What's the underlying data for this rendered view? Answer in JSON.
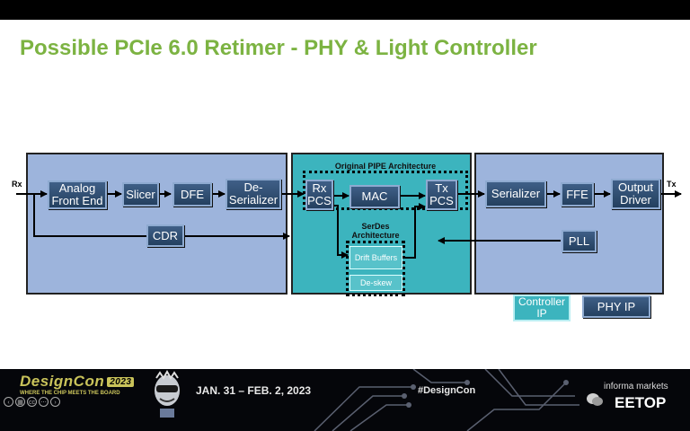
{
  "slide": {
    "title": "Possible PCIe 6.0 Retimer - PHY & Light Controller"
  },
  "diagram": {
    "io": {
      "rx_in": "Rx",
      "tx_out": "Tx"
    },
    "left_panel": {
      "blocks": [
        "Analog Front End",
        "Slicer",
        "DFE",
        "De-Serializer",
        "CDR"
      ]
    },
    "center_panel": {
      "group_pipe_label": "Original PIPE Architecture",
      "group_serdes_label": "SerDes Architecture",
      "blocks": [
        "Rx PCS",
        "MAC",
        "Tx PCS"
      ],
      "serdes_blocks": [
        "Drift Buffers",
        "De-skew"
      ]
    },
    "right_panel": {
      "blocks": [
        "Serializer",
        "FFE",
        "Output Driver",
        "PLL"
      ]
    },
    "legend": {
      "controller_ip": "Controller IP",
      "phy_ip": "PHY IP"
    }
  },
  "footer": {
    "brand": "DesignCon",
    "year": "2023",
    "tagline": "WHERE THE CHIP MEETS THE BOARD",
    "dates": "JAN. 31 – FEB. 2, 2023",
    "hashtag": "#DesignCon",
    "sponsor": "informa markets",
    "watermark": "EETOP"
  },
  "colors": {
    "title_green": "#7cb342",
    "panel_blue": "#9db4dc",
    "panel_teal": "#3cb4be",
    "block_navy": "#2f4f74"
  }
}
